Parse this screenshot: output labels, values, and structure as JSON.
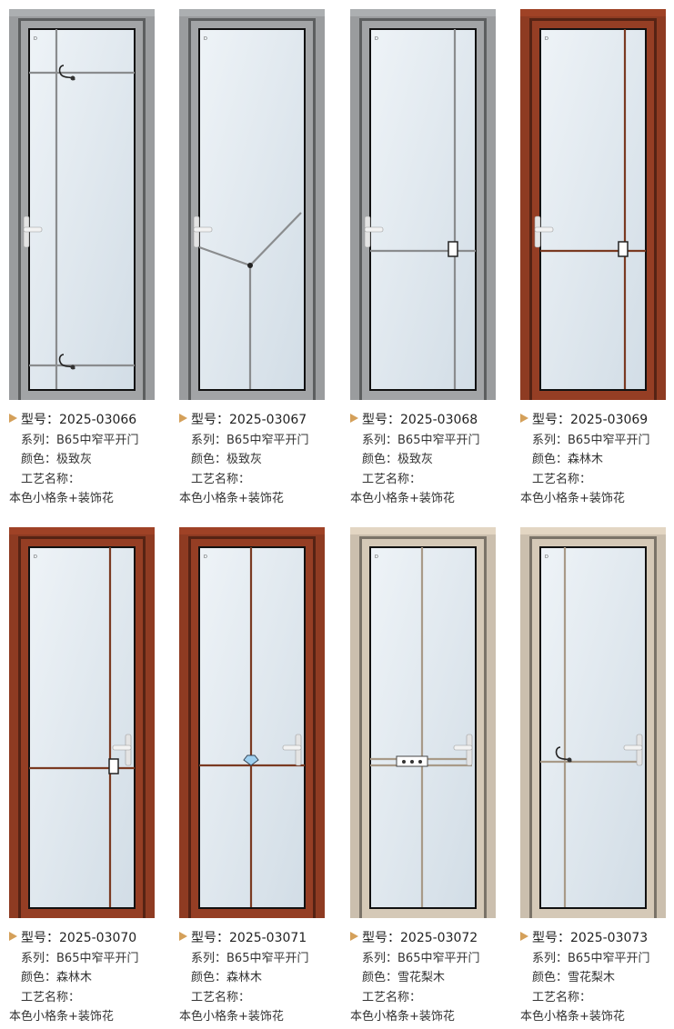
{
  "labels": {
    "model": "型号：",
    "series": "系列：",
    "color": "颜色：",
    "craft": "工艺名称："
  },
  "products": [
    {
      "model": "2025-03066",
      "series": "B65中窄平开门",
      "color": "极致灰",
      "craft": "本色小格条+装饰花",
      "frame_hex": "#9a9c9e"
    },
    {
      "model": "2025-03067",
      "series": "B65中窄平开门",
      "color": "极致灰",
      "craft": "本色小格条+装饰花",
      "frame_hex": "#9a9c9e"
    },
    {
      "model": "2025-03068",
      "series": "B65中窄平开门",
      "color": "极致灰",
      "craft": "本色小格条+装饰花",
      "frame_hex": "#9a9c9e"
    },
    {
      "model": "2025-03069",
      "series": "B65中窄平开门",
      "color": "森林木",
      "craft": "本色小格条+装饰花",
      "frame_hex": "#8e3b22"
    },
    {
      "model": "2025-03070",
      "series": "B65中窄平开门",
      "color": "森林木",
      "craft": "本色小格条+装饰花",
      "frame_hex": "#8e3b22"
    },
    {
      "model": "2025-03071",
      "series": "B65中窄平开门",
      "color": "森林木",
      "craft": "本色小格条+装饰花",
      "frame_hex": "#8e3b22"
    },
    {
      "model": "2025-03072",
      "series": "B65中窄平开门",
      "color": "雪花梨木",
      "craft": "本色小格条+装饰花",
      "frame_hex": "#cbbfae"
    },
    {
      "model": "2025-03073",
      "series": "B65中窄平开门",
      "color": "雪花梨木",
      "craft": "本色小格条+装饰花",
      "frame_hex": "#cbbfae"
    }
  ]
}
